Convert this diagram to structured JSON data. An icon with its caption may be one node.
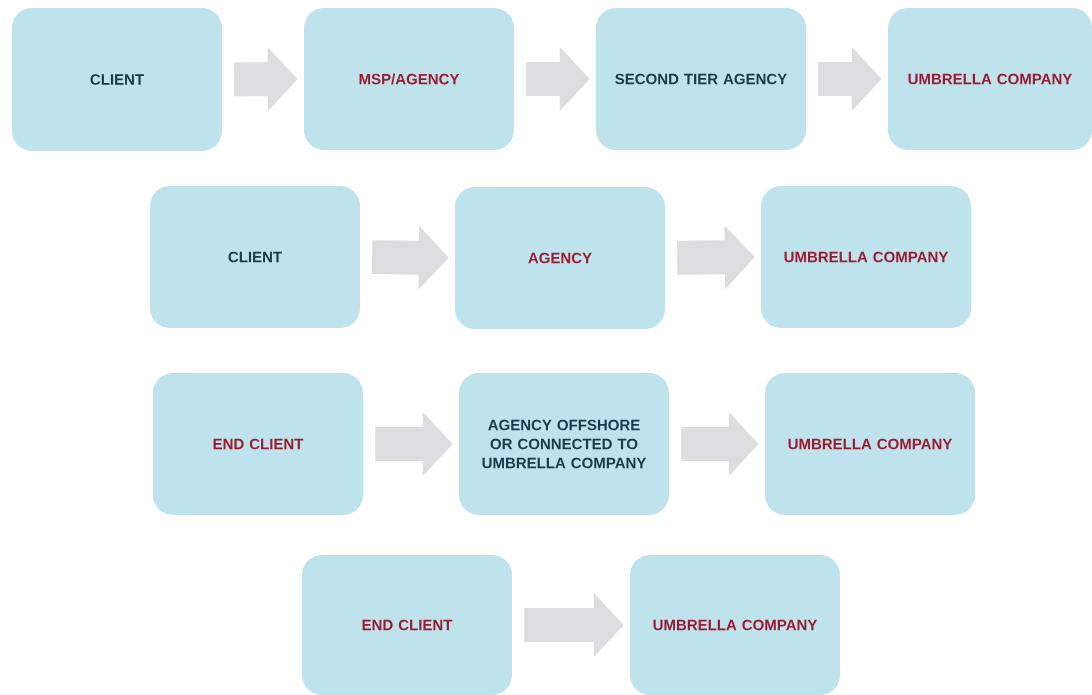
{
  "diagram": {
    "nodes": [
      {
        "text": [
          "CLIENT"
        ]
      },
      {
        "text": [
          "MSP/AGENCY"
        ]
      },
      {
        "text": [
          "SECOND TIER AGENCY"
        ]
      },
      {
        "text": [
          "UMBRELLA COMPANY"
        ]
      },
      {
        "text": [
          "CLIENT"
        ]
      },
      {
        "text": [
          "AGENCY"
        ]
      },
      {
        "text": [
          "UMBRELLA COMPANY"
        ]
      },
      {
        "text": [
          "END CLIENT"
        ]
      },
      {
        "text": [
          "AGENCY OFFSHORE OR CONNECTED TO UMBRELLA COMPANY"
        ]
      },
      {
        "text": [
          "UMBRELLA COMPANY"
        ]
      },
      {
        "text": [
          "END CLIENT"
        ]
      },
      {
        "text": [
          "UMBRELLA COMPANY"
        ]
      }
    ],
    "edges": [
      {
        "from": 0,
        "to": 1,
        "arrow": "to"
      },
      {
        "from": 1,
        "to": 2,
        "arrow": "to"
      },
      {
        "from": 2,
        "to": 3,
        "arrow": "to"
      },
      {
        "from": 4,
        "to": 5,
        "arrow": "to"
      },
      {
        "from": 5,
        "to": 6,
        "arrow": "to"
      },
      {
        "from": 7,
        "to": 8,
        "arrow": "to"
      },
      {
        "from": 8,
        "to": 9,
        "arrow": "to"
      },
      {
        "from": 10,
        "to": 11,
        "arrow": "to"
      }
    ]
  }
}
